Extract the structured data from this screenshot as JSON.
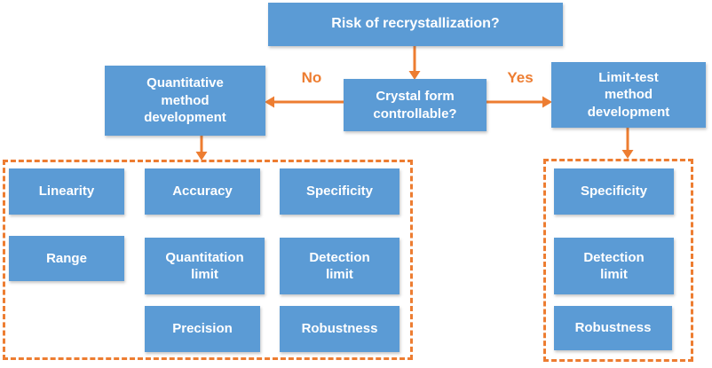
{
  "colors": {
    "box_blue": "#5B9BD5",
    "arrow_orange": "#ED7D31",
    "text_white": "#FFFFFF"
  },
  "flowchart": {
    "root_question": "Risk of recrystallization?",
    "decision_question": "Crystal form\ncontrollable?",
    "no_label": "No",
    "yes_label": "Yes",
    "left_branch": "Quantitative\nmethod\ndevelopment",
    "right_branch": "Limit-test\nmethod\ndevelopment",
    "left_items": [
      "Linearity",
      "Accuracy",
      "Specificity",
      "Range",
      "Quantitation\nlimit",
      "Detection\nlimit",
      "Precision",
      "Robustness"
    ],
    "right_items": [
      "Specificity",
      "Detection\nlimit",
      "Robustness"
    ]
  }
}
